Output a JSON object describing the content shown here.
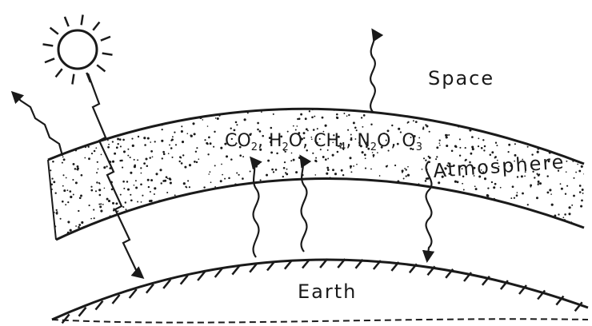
{
  "labels": {
    "space": "Space",
    "atmosphere": "Atmosphere",
    "earth": "Earth"
  },
  "gases": [
    {
      "main": "CO",
      "sub": "2"
    },
    {
      "main": "H",
      "sub": "2",
      "tail": "O"
    },
    {
      "main": "CH",
      "sub": "4"
    },
    {
      "main": "N",
      "sub": "2",
      "tail": "O"
    },
    {
      "main": "O",
      "sub": "3"
    }
  ],
  "colors": {
    "ink": "#1a1a1a",
    "background": "#ffffff"
  },
  "icons": {
    "sun": "sun-icon"
  }
}
